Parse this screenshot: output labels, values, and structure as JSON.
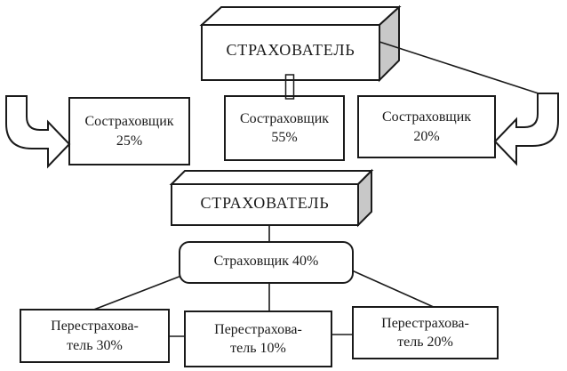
{
  "diagram": {
    "background": "#ffffff",
    "line_color": "#1a1a1a",
    "box_fill": "#ffffff",
    "side_face_color": "#c8c8c8",
    "policyholder_top": {
      "label": "СТРАХОВАТЕЛЬ"
    },
    "policyholder_middle": {
      "label": "СТРАХОВАТЕЛЬ"
    },
    "coinsurers": [
      {
        "line1": "Состраховщик",
        "line2": "25%"
      },
      {
        "line1": "Состраховщик",
        "line2": "55%"
      },
      {
        "line1": "Состраховщик",
        "line2": "20%"
      }
    ],
    "insurer": {
      "label": "Страховщик 40%"
    },
    "reinsurers": [
      {
        "line1": "Перестрахова-",
        "line2": "тель 30%"
      },
      {
        "line1": "Перестрахова-",
        "line2": "тель 10%"
      },
      {
        "line1": "Перестрахова-",
        "line2": "тель 20%"
      }
    ]
  }
}
